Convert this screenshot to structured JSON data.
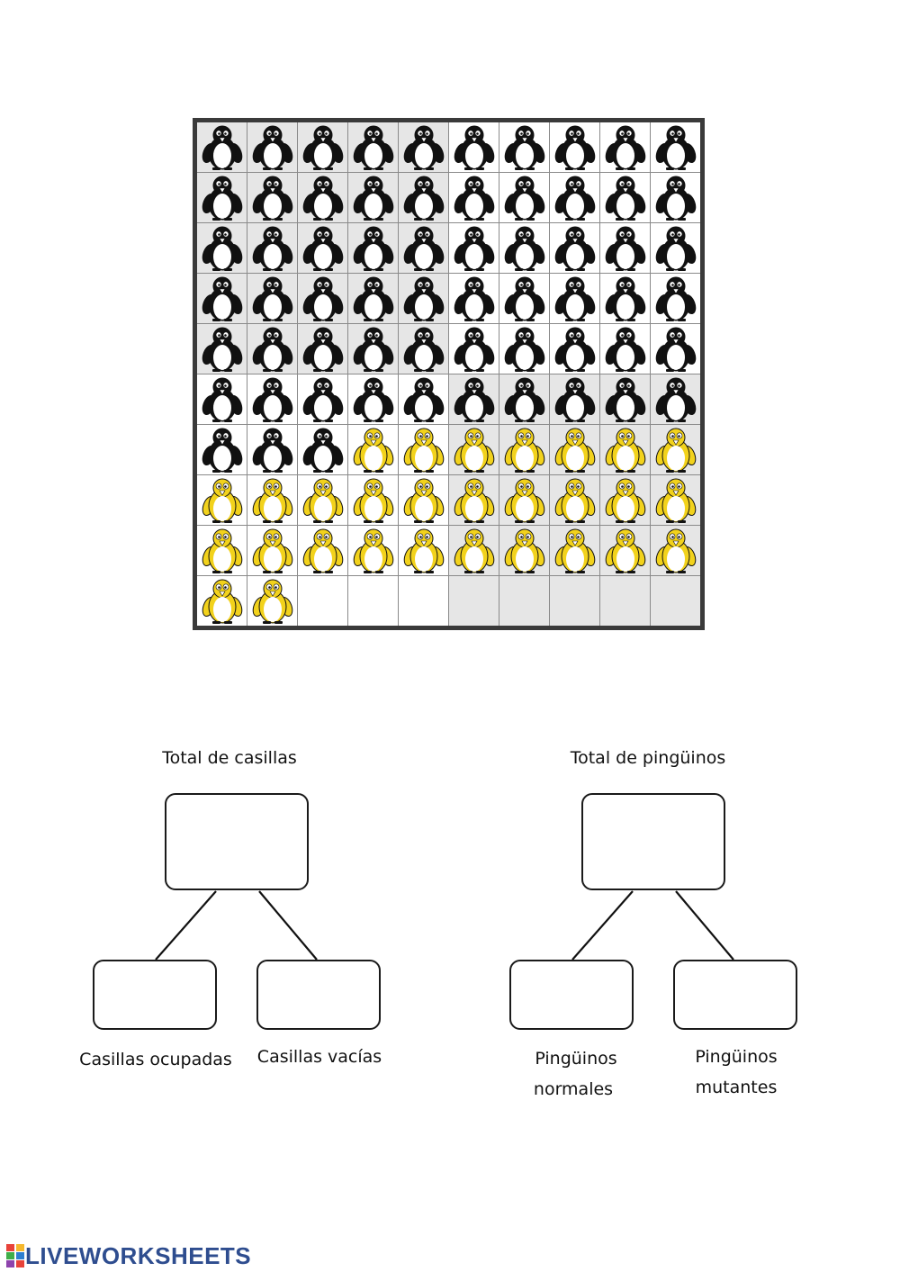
{
  "grid": {
    "rows": 10,
    "cols": 10,
    "normal_penguins": 63,
    "mutant_penguins": 29,
    "empty_cells": 8,
    "colors": {
      "normal": "#111111",
      "mutant": "#f2d21c",
      "frame": "#3a3a3a",
      "shaded_cell": "#e6e6e6",
      "white_cell": "#ffffff"
    }
  },
  "diagram_left": {
    "title": "Total de casillas",
    "child_left": "Casillas ocupadas",
    "child_right": "Casillas vacías"
  },
  "diagram_right": {
    "title": "Total de pingüinos",
    "child_left_line1": "Pingüinos",
    "child_left_line2": "normales",
    "child_right_line1": "Pingüinos",
    "child_right_line2": "mutantes"
  },
  "footer": {
    "brand": "LIVEWORKSHEETS",
    "logo_icon": "liveworksheets-logo-icon"
  }
}
